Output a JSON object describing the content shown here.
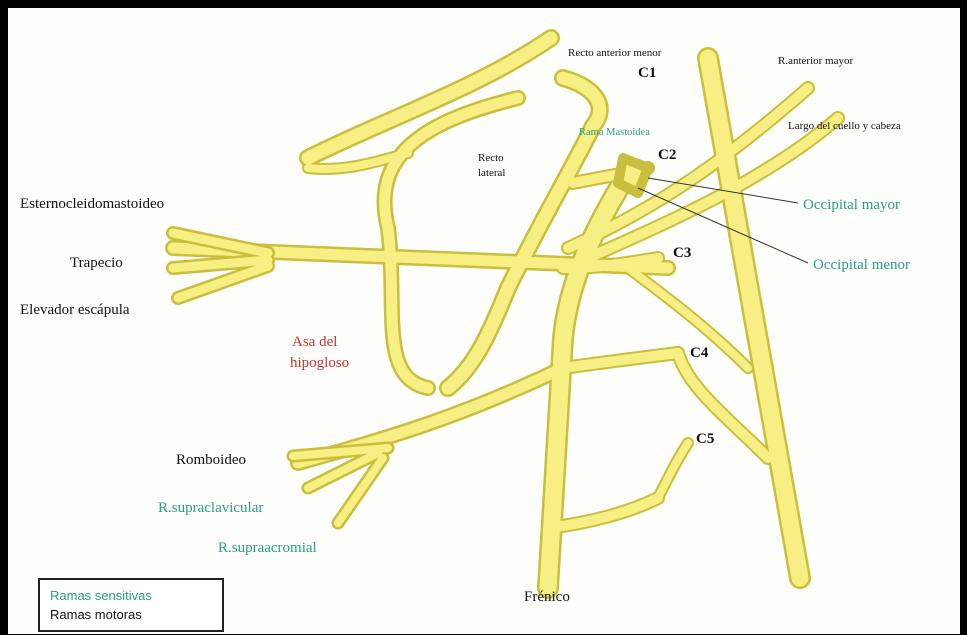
{
  "colors": {
    "nerve": "#f7ef83",
    "nerve_edge": "#c9bf3c",
    "sensory": "#2a9e86",
    "motor": "#111111",
    "ansa": "#c0392b"
  },
  "roots": {
    "c1": "C1",
    "c2": "C2",
    "c3": "C3",
    "c4": "C4",
    "c5": "C5"
  },
  "labels": {
    "recto_anterior_menor": "Recto anterior menor",
    "r_anterior_mayor": "R.anterior mayor",
    "largo_cuello": "Largo del cuello y cabeza",
    "rama_mastoidea": "Rama Mastoidea",
    "recto_lateral_1": "Recto",
    "recto_lateral_2": "lateral",
    "esternocleidomastoideo": "Esternocleidomastoideo",
    "trapecio": "Trapecio",
    "elevador_escapula": "Elevador escápula",
    "occipital_mayor": "Occipital mayor",
    "occipital_menor": "Occipital menor",
    "asa_1": "Asa del",
    "asa_2": "hipogloso",
    "romboideo": "Romboideo",
    "r_supraclavicular": "R.supraclavicular",
    "r_supraacromial": "R.supraacromial",
    "frenico": "Frénico"
  },
  "legend": {
    "sensitive": "Ramas sensitivas",
    "motor": "Ramas motoras"
  }
}
